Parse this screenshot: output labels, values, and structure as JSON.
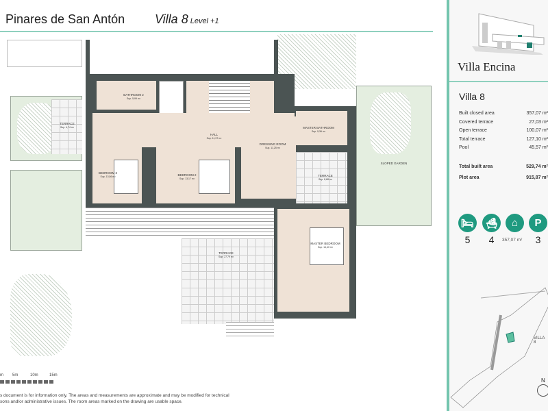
{
  "header": {
    "project": "Pinares de San Antón",
    "villa": "Villa 8",
    "level": "Level +1"
  },
  "rooms": {
    "bathroom2": {
      "name": "BATHROOM 2",
      "area": "Sup. 5,99 m²"
    },
    "hall": {
      "name": "HALL",
      "area": "Sup. 11,97 m²"
    },
    "master_bathroom": {
      "name": "MASTER BATHROOM",
      "area": "Sup. 5,36 m²"
    },
    "dressing": {
      "name": "DRESSING ROOM",
      "area": "Sup. 11,25 m²"
    },
    "bedroom3": {
      "name": "BEDROOM 3",
      "area": "Sup. 13,56 m²"
    },
    "bedroom2": {
      "name": "BEDROOM 2",
      "area": "Sup. 13,17 m²"
    },
    "terrace_small": {
      "name": "TERRACE",
      "area": "Sup. 8,68 m²"
    },
    "master_bedroom": {
      "name": "MASTER BEDROOM",
      "area": "Sup. 14,40 m²"
    },
    "terrace_large": {
      "name": "TERRACE",
      "area": "Sup. 27,79 m²"
    },
    "terrace_left": {
      "name": "TERRACE",
      "area": "Sup. 4,74 m²"
    },
    "sloped_garden": {
      "name": "SLOPED GARDEN"
    }
  },
  "scale": {
    "labels": [
      "m",
      "5m",
      "10m",
      "15m"
    ]
  },
  "disclaimer": [
    "s document is for information only. The areas and measurements are approximate and may be modified for technical",
    "sons and/or administrative issues. The room areas marked on the drawing are usable space."
  ],
  "panel": {
    "brand": "Villa Encina",
    "villa": "Villa 8",
    "stats": [
      {
        "label": "Built closed area",
        "value": "357,07 m²"
      },
      {
        "label": "Covered terrace",
        "value": "27,03 m²"
      },
      {
        "label": "Open terrace",
        "value": "100,07 m²"
      },
      {
        "label": "Total terrace",
        "value": "127,10 m²"
      },
      {
        "label": "Pool",
        "value": "45,57 m²"
      }
    ],
    "totals": [
      {
        "label": "Total built area",
        "value": "529,74 m²"
      },
      {
        "label": "Plot area",
        "value": "915,87 m²"
      }
    ],
    "features": [
      {
        "icon": "bed-icon",
        "value": "5"
      },
      {
        "icon": "bath-icon",
        "value": "4"
      },
      {
        "icon": "house-icon",
        "value": "357,07 m²"
      },
      {
        "icon": "parking-icon",
        "value": "3",
        "glyph": "P"
      }
    ],
    "map_label": "VILLA 8",
    "north": "N"
  },
  "colors": {
    "accent": "#1f9a80",
    "line": "#8fd0be",
    "wall": "#4b5453",
    "room": "#efe2d6"
  }
}
